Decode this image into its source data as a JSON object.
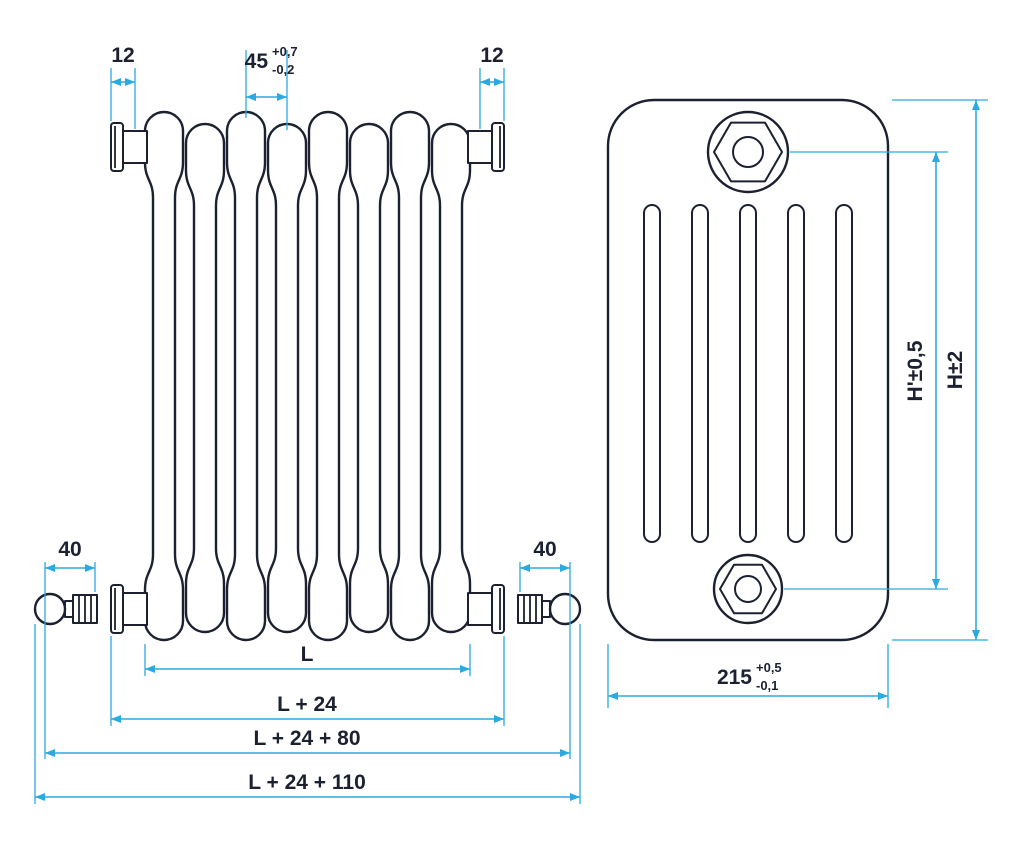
{
  "colors": {
    "outline": "#1b2130",
    "dimension_line": "#2baae2",
    "text": "#1b2130",
    "background": "#ffffff"
  },
  "front_view": {
    "dim_plug_left": "12",
    "dim_plug_right": "12",
    "dim_pitch": {
      "value": "45",
      "tol_plus": "+0,7",
      "tol_minus": "-0,2"
    },
    "dim_valve_left": "40",
    "dim_valve_right": "40",
    "dim_length": "L",
    "dim_length_plus_24": "L + 24",
    "dim_length_plus_24_80": "L + 24 + 80",
    "dim_length_plus_24_110": "L + 24 + 110"
  },
  "side_view": {
    "dim_tapping_spacing": "H'±0,5",
    "dim_height": "H±2",
    "dim_depth": {
      "value": "215",
      "tol_plus": "+0,5",
      "tol_minus": "-0,1"
    }
  }
}
